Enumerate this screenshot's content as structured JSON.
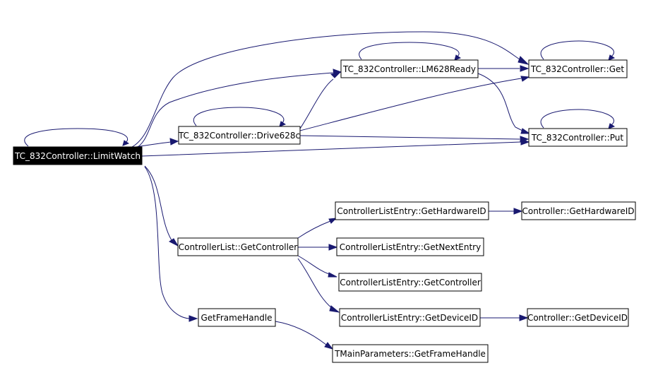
{
  "diagram": {
    "colors": {
      "edge": "#191970",
      "root_fill": "#000000",
      "root_text": "#ffffff",
      "node_fill": "#ffffff",
      "node_border": "#000000"
    },
    "nodes": [
      {
        "id": "limitwatch",
        "label": "TC_832Controller::LimitWatch",
        "root": true
      },
      {
        "id": "drive628c",
        "label": "TC_832Controller::Drive628c"
      },
      {
        "id": "lm628ready",
        "label": "TC_832Controller::LM628Ready"
      },
      {
        "id": "get",
        "label": "TC_832Controller::Get"
      },
      {
        "id": "put",
        "label": "TC_832Controller::Put"
      },
      {
        "id": "getcontroller",
        "label": "ControllerList::GetController"
      },
      {
        "id": "gethardwareid",
        "label": "ControllerListEntry::GetHardwareID"
      },
      {
        "id": "ctrl_gethardwareid",
        "label": "Controller::GetHardwareID"
      },
      {
        "id": "getnextentry",
        "label": "ControllerListEntry::GetNextEntry"
      },
      {
        "id": "cle_getcontroller",
        "label": "ControllerListEntry::GetController"
      },
      {
        "id": "getdeviceid",
        "label": "ControllerListEntry::GetDeviceID"
      },
      {
        "id": "ctrl_getdeviceid",
        "label": "Controller::GetDeviceID"
      },
      {
        "id": "getframehandle",
        "label": "GetFrameHandle"
      },
      {
        "id": "tmp_getframehandle",
        "label": "TMainParameters::GetFrameHandle"
      }
    ],
    "edges": [
      {
        "from": "limitwatch",
        "to": "limitwatch"
      },
      {
        "from": "limitwatch",
        "to": "drive628c"
      },
      {
        "from": "limitwatch",
        "to": "lm628ready"
      },
      {
        "from": "limitwatch",
        "to": "get"
      },
      {
        "from": "limitwatch",
        "to": "put"
      },
      {
        "from": "limitwatch",
        "to": "getcontroller"
      },
      {
        "from": "limitwatch",
        "to": "getframehandle"
      },
      {
        "from": "drive628c",
        "to": "drive628c"
      },
      {
        "from": "drive628c",
        "to": "lm628ready"
      },
      {
        "from": "drive628c",
        "to": "get"
      },
      {
        "from": "drive628c",
        "to": "put"
      },
      {
        "from": "lm628ready",
        "to": "lm628ready"
      },
      {
        "from": "lm628ready",
        "to": "get"
      },
      {
        "from": "lm628ready",
        "to": "put"
      },
      {
        "from": "get",
        "to": "get"
      },
      {
        "from": "put",
        "to": "put"
      },
      {
        "from": "getcontroller",
        "to": "gethardwareid"
      },
      {
        "from": "getcontroller",
        "to": "getnextentry"
      },
      {
        "from": "getcontroller",
        "to": "cle_getcontroller"
      },
      {
        "from": "getcontroller",
        "to": "getdeviceid"
      },
      {
        "from": "gethardwareid",
        "to": "ctrl_gethardwareid"
      },
      {
        "from": "getdeviceid",
        "to": "ctrl_getdeviceid"
      },
      {
        "from": "getframehandle",
        "to": "tmp_getframehandle"
      }
    ]
  }
}
